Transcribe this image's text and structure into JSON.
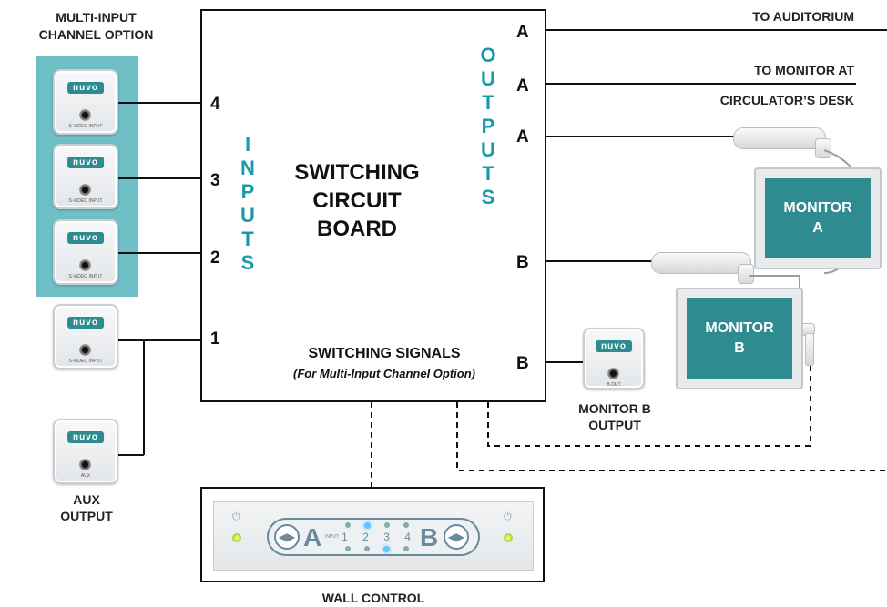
{
  "multi_input_label": [
    "MULTI-INPUT",
    "CHANNEL OPTION"
  ],
  "board": {
    "title": [
      "SWITCHING",
      "CIRCUIT",
      "BOARD"
    ],
    "inputs_word": [
      "I",
      "N",
      "P",
      "U",
      "T",
      "S"
    ],
    "outputs_word": [
      "O",
      "U",
      "T",
      "P",
      "U",
      "T",
      "S"
    ],
    "input_ports": [
      "4",
      "3",
      "2",
      "1"
    ],
    "output_ports": [
      "A",
      "A",
      "A",
      "B",
      "B"
    ],
    "signals_title": "SWITCHING SIGNALS",
    "signals_sub": "(For Multi-Input Channel Option)"
  },
  "outputs": {
    "auditorium": "TO AUDITORIUM",
    "monitor_desk_1": "TO MONITOR AT",
    "monitor_desk_2": "CIRCULATOR’S DESK"
  },
  "devices": {
    "logo": "nuvo",
    "input_tag": "S-VIDEO INPUT",
    "aux_tag": "AUX",
    "b_out_tag": "B OUT"
  },
  "monitors": {
    "a": [
      "MONITOR",
      "A"
    ],
    "b": [
      "MONITOR",
      "B"
    ]
  },
  "monitor_b_output": [
    "MONITOR B",
    "OUTPUT"
  ],
  "aux_output": [
    "AUX",
    "OUTPUT"
  ],
  "wall_control": {
    "label": "WALL CONTROL",
    "left_letter": "A",
    "right_letter": "B",
    "input_text": "INPUT",
    "numbers": [
      "1",
      "2",
      "3",
      "4"
    ],
    "power_symbol": "⏻"
  },
  "colors": {
    "teal": "#1a9aa6",
    "panel": "#6fbfc7",
    "screen": "#2e8b8f",
    "led": "#aad02a"
  }
}
